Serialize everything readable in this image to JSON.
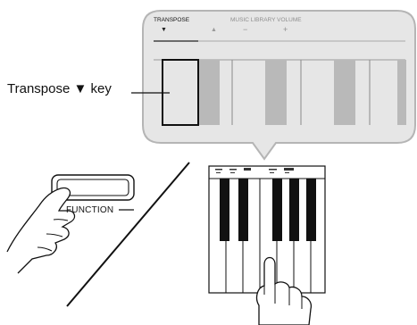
{
  "zoom_panel": {
    "transpose_label": "TRANSPOSE",
    "transpose_down_symbol": "▼",
    "transpose_up_symbol": "▲",
    "music_library_volume_label": "MUSIC LIBRARY VOLUME",
    "volume_down_symbol": "−",
    "volume_up_symbol": "+"
  },
  "callout": {
    "text": "Transpose ▼ key"
  },
  "function_button": {
    "label": "FUNCTION"
  },
  "colors": {
    "panel_bg": "#e6e6e6",
    "panel_border": "#b5b5b5",
    "highlight_key_border": "#111111",
    "gray_key": "#b9b9b9"
  }
}
